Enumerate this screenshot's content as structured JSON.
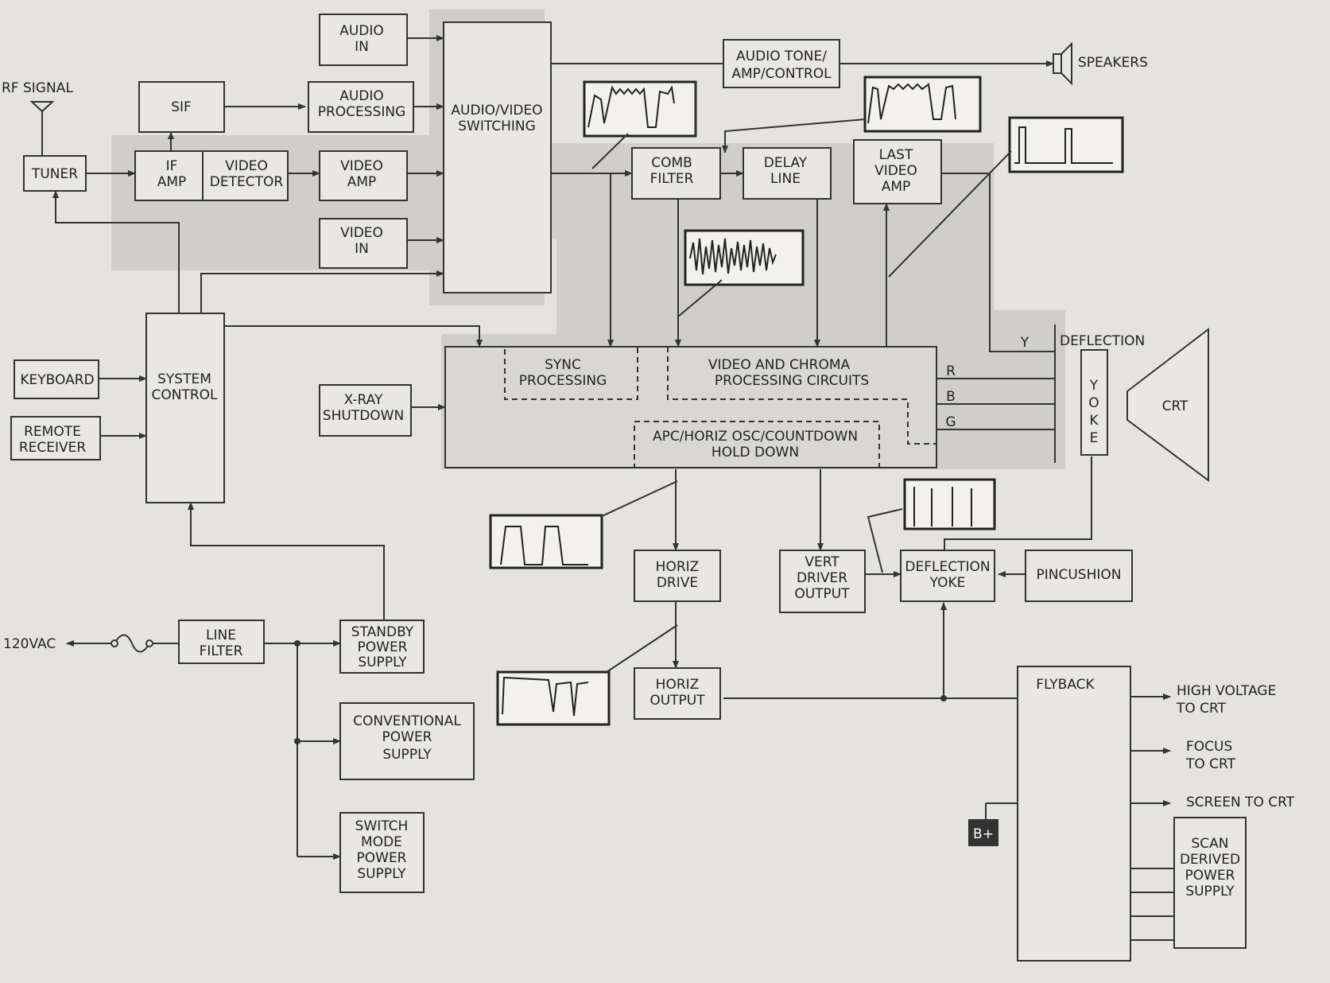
{
  "labels": {
    "rf_signal": "RF SIGNAL",
    "tuner": "TUNER",
    "sif": "SIF",
    "if_amp": [
      "IF",
      "AMP"
    ],
    "video_detector": [
      "VIDEO",
      "DETECTOR"
    ],
    "audio_in": [
      "AUDIO",
      "IN"
    ],
    "audio_processing": [
      "AUDIO",
      "PROCESSING"
    ],
    "video_amp": [
      "VIDEO",
      "AMP"
    ],
    "video_in": [
      "VIDEO",
      "IN"
    ],
    "av_switching": [
      "AUDIO/VIDEO",
      "SWITCHING"
    ],
    "audio_tone": [
      "AUDIO TONE/",
      "AMP/CONTROL"
    ],
    "speakers": "SPEAKERS",
    "comb_filter": [
      "COMB",
      "FILTER"
    ],
    "delay_line": [
      "DELAY",
      "LINE"
    ],
    "last_video_amp": [
      "LAST",
      "VIDEO",
      "AMP"
    ],
    "keyboard": "KEYBOARD",
    "remote_receiver": [
      "REMOTE",
      "RECEIVER"
    ],
    "system_control": [
      "SYSTEM",
      "CONTROL"
    ],
    "xray_shutdown": [
      "X-RAY",
      "SHUTDOWN"
    ],
    "sync_processing": [
      "SYNC",
      "PROCESSING"
    ],
    "video_chroma": [
      "VIDEO AND CHROMA",
      "PROCESSING CIRCUITS"
    ],
    "apc": [
      "APC/HORIZ OSC/COUNTDOWN",
      "HOLD DOWN"
    ],
    "deflection": "DEFLECTION",
    "yoke_vertical": [
      "Y",
      "O",
      "K",
      "E"
    ],
    "crt": "CRT",
    "y": "Y",
    "r": "R",
    "b": "B",
    "g": "G",
    "horiz_drive": [
      "HORIZ",
      "DRIVE"
    ],
    "vert_driver": [
      "VERT",
      "DRIVER",
      "OUTPUT"
    ],
    "deflection_yoke": [
      "DEFLECTION",
      "YOKE"
    ],
    "pincushion": "PINCUSHION",
    "horiz_output": [
      "HORIZ",
      "OUTPUT"
    ],
    "ac_in": "120VAC",
    "line_filter": [
      "LINE",
      "FILTER"
    ],
    "standby_ps": [
      "STANDBY",
      "POWER",
      "SUPPLY"
    ],
    "conventional_ps": [
      "CONVENTIONAL",
      "POWER",
      "SUPPLY"
    ],
    "switch_mode_ps": [
      "SWITCH",
      "MODE",
      "POWER",
      "SUPPLY"
    ],
    "flyback": "FLYBACK",
    "high_voltage": [
      "HIGH VOLTAGE",
      "TO CRT"
    ],
    "focus": [
      "FOCUS",
      "TO CRT"
    ],
    "screen": "SCREEN TO CRT",
    "b_plus": "B+",
    "scan_derived_ps": [
      "SCAN",
      "DERIVED",
      "POWER",
      "SUPPLY"
    ]
  }
}
